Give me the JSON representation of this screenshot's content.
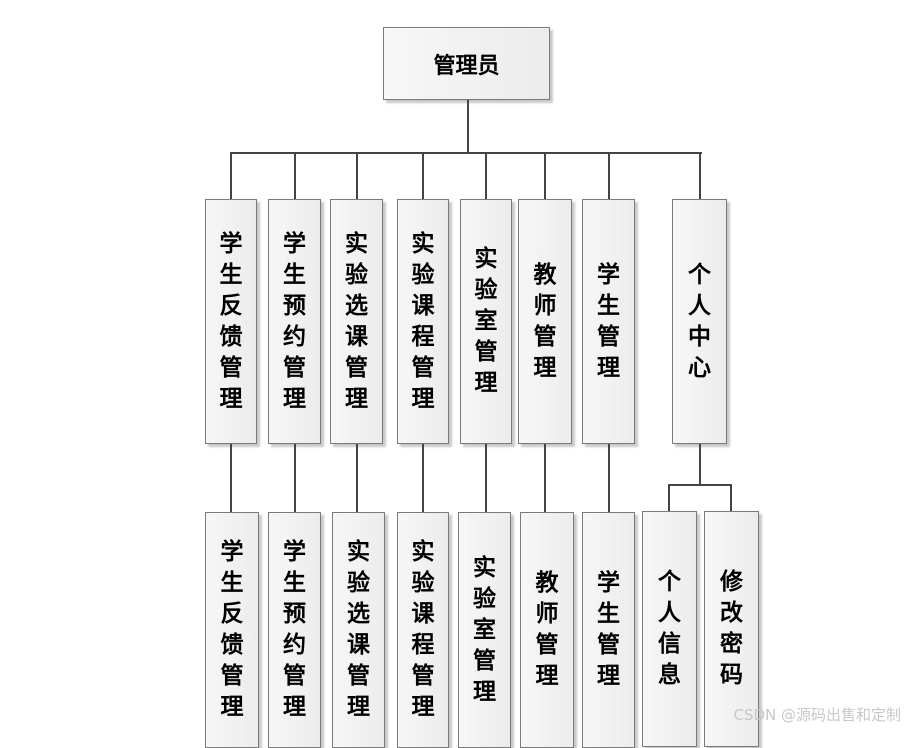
{
  "root": "管理员",
  "level1": [
    "学生反馈管理",
    "学生预约管理",
    "实验选课管理",
    "实验课程管理",
    "实验室管理",
    "教师管理",
    "学生管理",
    "个人中心"
  ],
  "level2": [
    "学生反馈管理",
    "学生预约管理",
    "实验选课管理",
    "实验课程管理",
    "实验室管理",
    "教师管理",
    "学生管理",
    "个人信息",
    "修改密码"
  ],
  "watermark": "CSDN @源码出售和定制"
}
